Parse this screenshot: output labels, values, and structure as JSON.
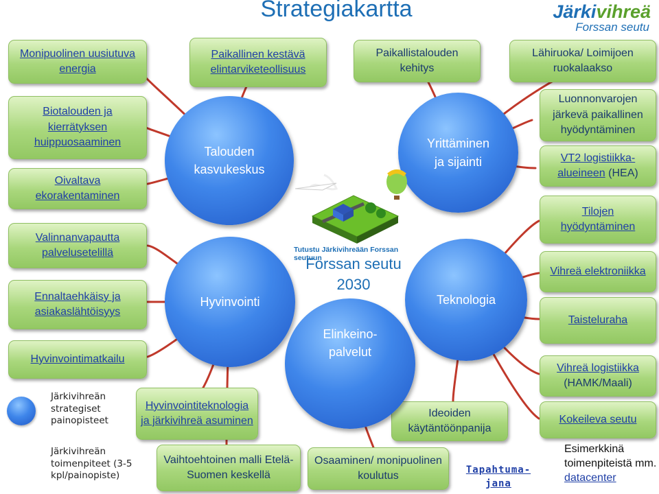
{
  "title": "Strategiakartta",
  "logo": {
    "part1": "Järki",
    "part2": "vihreä",
    "sub": "Forssan seutu"
  },
  "center": {
    "small_text": "Tutustu Järkivihreään Forssan seutuun",
    "line1": "Forssan seutu",
    "line2": "2030"
  },
  "circles": {
    "talous": "Talouden kasvukeskus",
    "yrittaminen": "Yrittäminen ja sijainti",
    "hyvinvointi": "Hyvinvointi",
    "teknologia": "Teknologia",
    "elinkeino": "Elinkeino-palvelut"
  },
  "boxes": {
    "monipuolinen": "Monipuolinen uusiutuva energia",
    "paikallinen": "Paikallinen kestävä elintarviketeollisuus",
    "paikallistalous": "Paikallistalouden kehitys",
    "lahiruoka": "Lähiruoka/ Loimijoen ruokalaakso",
    "biotalous": "Biotalouden ja kierrätyksen huippuosaaminen",
    "oivaltava": "Oivaltava ekorakentaminen",
    "valinnan": "Valinnanvapautta palvelusetelillä",
    "ennalt": "Ennaltaehkäisy ja asiakaslähtöisyys",
    "hyvmatk": "Hyvinvointimatkailu",
    "luonnon": "Luonnonvarojen järkevä paikallinen hyödyntäminen",
    "vt2_link": "VT2 logistiikka-alueineen",
    "vt2_suffix": "(HEA)",
    "tilojen": "Tilojen hyödyntäminen",
    "vihrea_elektro": "Vihreä elektroniikka",
    "taistelu": "Taisteluraha",
    "vihrea_log_link": "Vihreä logistiikka",
    "vihrea_log_suffix": "(HAMK/Maali)",
    "kokeileva": "Kokeileva seutu",
    "hyvtek": "Hyvinvointiteknologia ja järkivihreä asuminen",
    "ideoiden": "Ideoiden käytäntöönpanija",
    "vaihto": "Vaihtoehtoinen malli Etelä-Suomen keskellä",
    "osaaminen": "Osaaminen/ monipuolinen koulutus"
  },
  "legend": {
    "painopisteet": "Järkivihreän strategiset painopisteet",
    "toimenpiteet": "Järkivihreän toimenpiteet (3-5 kpl/painopiste)"
  },
  "tapahtuma": "Tapahtuma-jana",
  "esimerkki": {
    "text": "Esimerkkinä toimenpiteistä mm.",
    "link": "datacenter"
  },
  "colors": {
    "circle": "#3f86ea",
    "box": "#a9d77c",
    "title": "#1e6fb5",
    "link": "#1f3fa6",
    "line": "#c0392b"
  }
}
